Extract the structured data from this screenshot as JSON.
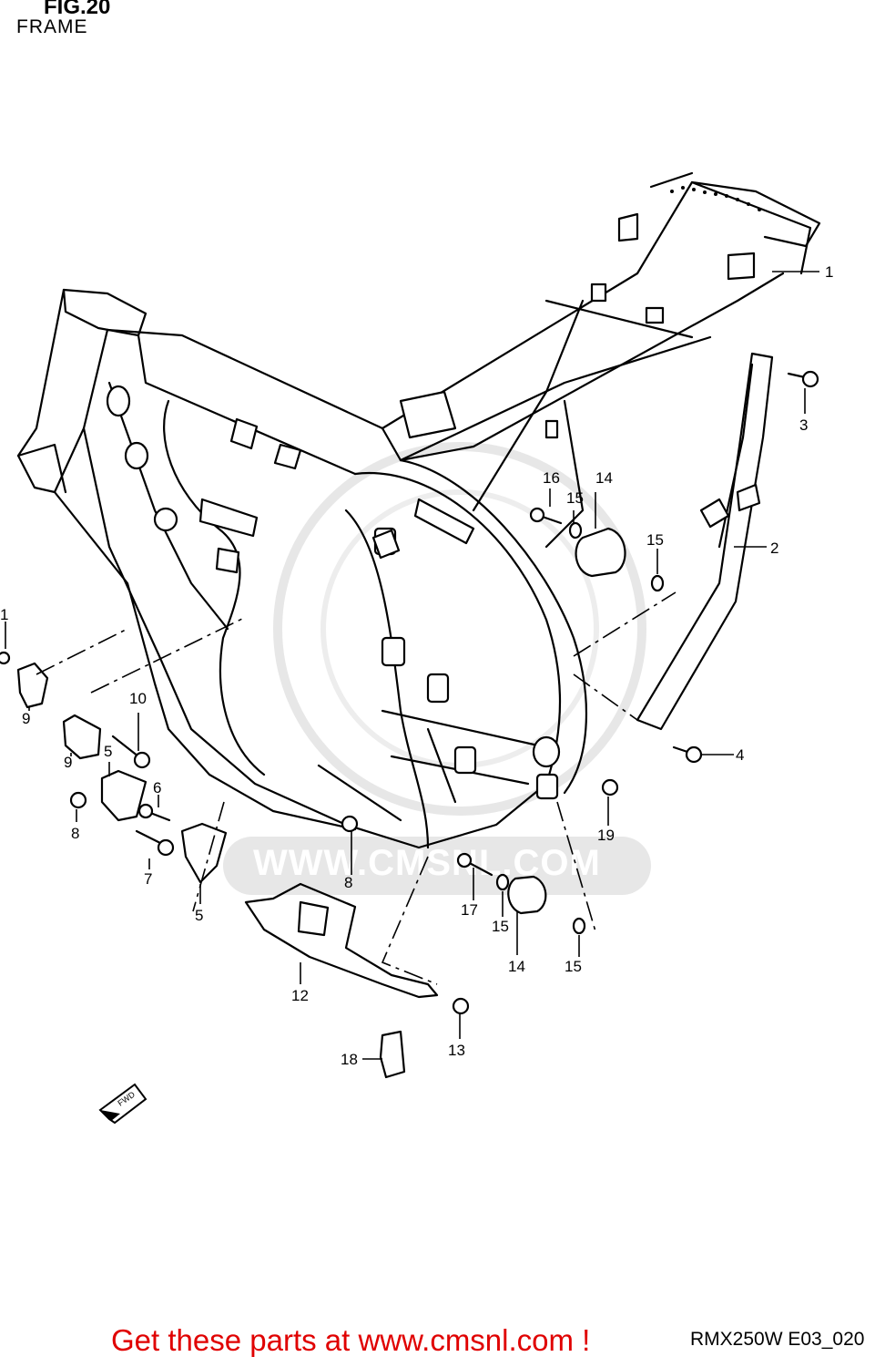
{
  "figure": {
    "title": "FIG.20",
    "subtitle": "FRAME"
  },
  "reference_code": "RMX250W E03_020",
  "watermark_text": "WWW.CMSNL.COM",
  "footer_text": "Get these parts at www.cmsnl.com !",
  "fwd_label": "FWD",
  "colors": {
    "footer": "#e00000",
    "watermark": "#e3e3e3",
    "line": "#000000"
  },
  "callouts": [
    {
      "id": "c1a",
      "text": "1"
    },
    {
      "id": "c1b",
      "text": "1"
    },
    {
      "id": "c2",
      "text": "2"
    },
    {
      "id": "c3",
      "text": "3"
    },
    {
      "id": "c4",
      "text": "4"
    },
    {
      "id": "c5a",
      "text": "5"
    },
    {
      "id": "c5b",
      "text": "5"
    },
    {
      "id": "c6",
      "text": "6"
    },
    {
      "id": "c7",
      "text": "7"
    },
    {
      "id": "c8a",
      "text": "8"
    },
    {
      "id": "c8b",
      "text": "8"
    },
    {
      "id": "c9a",
      "text": "9"
    },
    {
      "id": "c9b",
      "text": "9"
    },
    {
      "id": "c10",
      "text": "10"
    },
    {
      "id": "c12",
      "text": "12"
    },
    {
      "id": "c13",
      "text": "13"
    },
    {
      "id": "c14a",
      "text": "14"
    },
    {
      "id": "c14b",
      "text": "14"
    },
    {
      "id": "c15a",
      "text": "15"
    },
    {
      "id": "c15b",
      "text": "15"
    },
    {
      "id": "c15c",
      "text": "15"
    },
    {
      "id": "c15d",
      "text": "15"
    },
    {
      "id": "c16",
      "text": "16"
    },
    {
      "id": "c17",
      "text": "17"
    },
    {
      "id": "c18",
      "text": "18"
    },
    {
      "id": "c19",
      "text": "19"
    }
  ]
}
